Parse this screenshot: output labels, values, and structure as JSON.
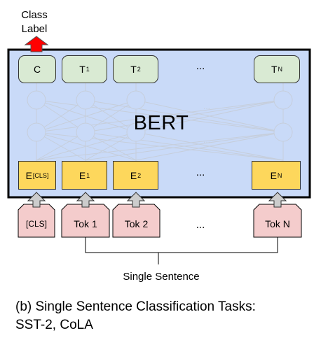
{
  "class_label": {
    "line1": "Class",
    "line2": "Label"
  },
  "bert": {
    "label": "BERT"
  },
  "outputs": [
    {
      "main": "C",
      "sub": ""
    },
    {
      "main": "T",
      "sub": "1"
    },
    {
      "main": "T",
      "sub": "2"
    },
    {
      "main": "T",
      "sub": "N"
    }
  ],
  "embeddings": [
    {
      "main": "E",
      "sub": "[CLS]"
    },
    {
      "main": "E",
      "sub": "1"
    },
    {
      "main": "E",
      "sub": "2"
    },
    {
      "main": "E",
      "sub": "N"
    }
  ],
  "inputs": [
    "[CLS]",
    "Tok 1",
    "Tok 2",
    "Tok N"
  ],
  "ellipsis": "...",
  "single_sentence": "Single Sentence",
  "caption": {
    "line1": "(b) Single Sentence Classification Tasks:",
    "line2": "SST-2, CoLA"
  },
  "colors": {
    "bert_bg": "#c9daf8",
    "output_fill": "#d9ead3",
    "embedding_fill": "#fdd75c",
    "input_fill": "#f4cccc",
    "class_arrow": "#ff0000",
    "gray_arrow": "#cccccc"
  }
}
